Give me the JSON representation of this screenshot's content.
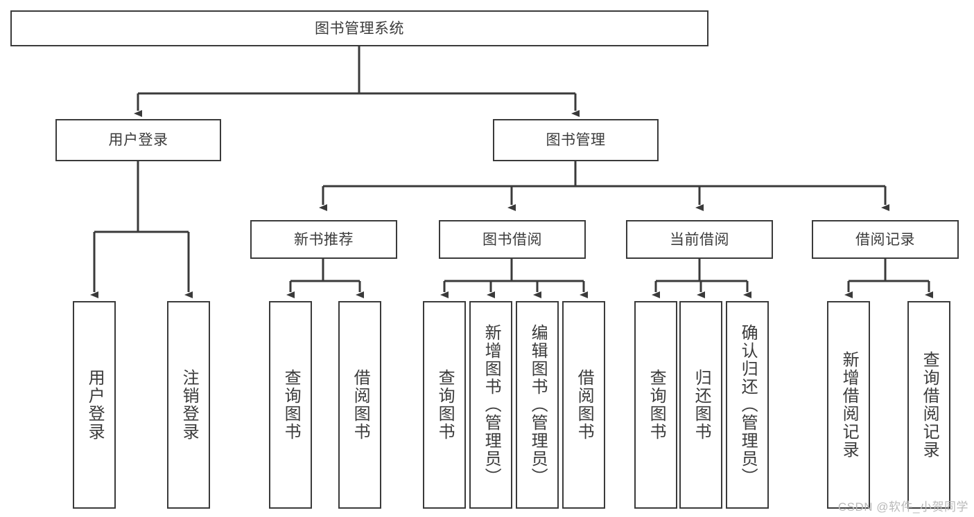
{
  "diagram": {
    "type": "tree",
    "title": "图书管理系统",
    "watermark": "CSDN @软件_小贺同学",
    "colors": {
      "box_border": "#3a3a3a",
      "box_fill": "#ffffff",
      "connector": "#3a3a3a",
      "text": "#3b3b3b",
      "watermark": "#b9b9b9"
    },
    "nodes": {
      "root": {
        "label": "图书管理系统"
      },
      "user_login": {
        "label": "用户登录"
      },
      "book_manage": {
        "label": "图书管理"
      },
      "new_book_rec": {
        "label": "新书推荐"
      },
      "book_borrow": {
        "label": "图书借阅"
      },
      "current_borrow": {
        "label": "当前借阅"
      },
      "borrow_record": {
        "label": "借阅记录"
      },
      "leaf_user_login": {
        "label": "用户登录"
      },
      "leaf_logout": {
        "label": "注销登录"
      },
      "leaf_query_book_1": {
        "label": "查询图书"
      },
      "leaf_borrow_book_1": {
        "label": "借阅图书"
      },
      "leaf_query_book_2": {
        "label": "查询图书"
      },
      "leaf_add_book": {
        "label": "新增图书（管理员）"
      },
      "leaf_edit_book": {
        "label": "编辑图书（管理员）"
      },
      "leaf_borrow_book_2": {
        "label": "借阅图书"
      },
      "leaf_query_book_3": {
        "label": "查询图书"
      },
      "leaf_return_book": {
        "label": "归还图书"
      },
      "leaf_confirm_return": {
        "label": "确认归还（管理员）"
      },
      "leaf_add_record": {
        "label": "新增借阅记录"
      },
      "leaf_query_record": {
        "label": "查询借阅记录"
      }
    },
    "edges": [
      {
        "from": "root",
        "to": "user_login"
      },
      {
        "from": "root",
        "to": "book_manage"
      },
      {
        "from": "book_manage",
        "to": "new_book_rec"
      },
      {
        "from": "book_manage",
        "to": "book_borrow"
      },
      {
        "from": "book_manage",
        "to": "current_borrow"
      },
      {
        "from": "book_manage",
        "to": "borrow_record"
      },
      {
        "from": "user_login",
        "to": "leaf_user_login"
      },
      {
        "from": "user_login",
        "to": "leaf_logout"
      },
      {
        "from": "new_book_rec",
        "to": "leaf_query_book_1"
      },
      {
        "from": "new_book_rec",
        "to": "leaf_borrow_book_1"
      },
      {
        "from": "book_borrow",
        "to": "leaf_query_book_2"
      },
      {
        "from": "book_borrow",
        "to": "leaf_add_book"
      },
      {
        "from": "book_borrow",
        "to": "leaf_edit_book"
      },
      {
        "from": "book_borrow",
        "to": "leaf_borrow_book_2"
      },
      {
        "from": "current_borrow",
        "to": "leaf_query_book_3"
      },
      {
        "from": "current_borrow",
        "to": "leaf_return_book"
      },
      {
        "from": "current_borrow",
        "to": "leaf_confirm_return"
      },
      {
        "from": "borrow_record",
        "to": "leaf_add_record"
      },
      {
        "from": "borrow_record",
        "to": "leaf_query_record"
      }
    ]
  }
}
